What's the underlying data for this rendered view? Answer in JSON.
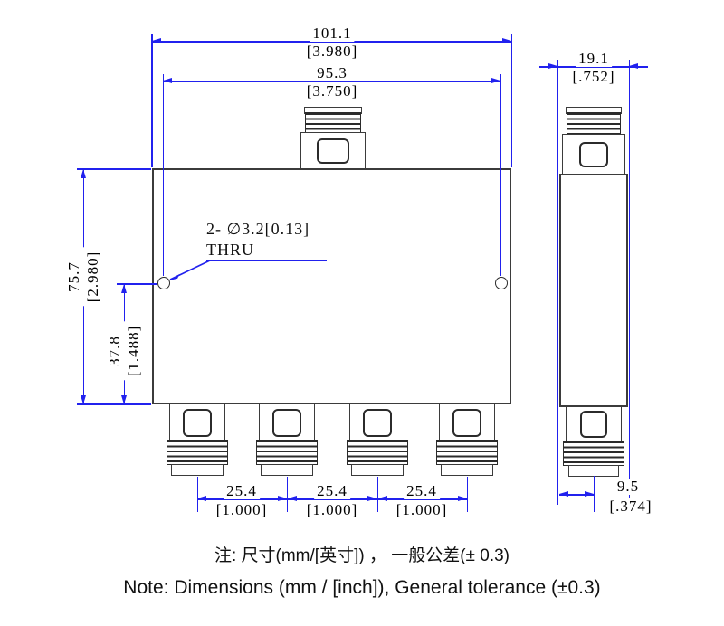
{
  "colors": {
    "dimension_blue": "#2121ee",
    "outline_gray": "#3b3b3b"
  },
  "dimensions": {
    "overall_width": {
      "mm": "101.1",
      "inch": "[3.980]"
    },
    "hole_spacing": {
      "mm": "95.3",
      "inch": "[3.750]"
    },
    "side_depth": {
      "mm": "19.1",
      "inch": "[.752]"
    },
    "body_height": {
      "mm": "75.7",
      "inch": "[2.980]"
    },
    "hole_from_bottom": {
      "mm": "37.8",
      "inch": "[1.488]"
    },
    "port_pitch": [
      {
        "mm": "25.4",
        "inch": "[1.000]"
      },
      {
        "mm": "25.4",
        "inch": "[1.000]"
      },
      {
        "mm": "25.4",
        "inch": "[1.000]"
      }
    ],
    "side_port_offset": {
      "mm": "9.5",
      "inch": "[.374]"
    }
  },
  "hole_callout": {
    "line1": "2- ∅3.2[0.13]",
    "line2": "THRU"
  },
  "notes": {
    "chinese": "注: 尺寸(mm/[英寸]) ， 一般公差(± 0.3)",
    "english": "Note: Dimensions (mm / [inch]), General tolerance (±0.3)"
  }
}
